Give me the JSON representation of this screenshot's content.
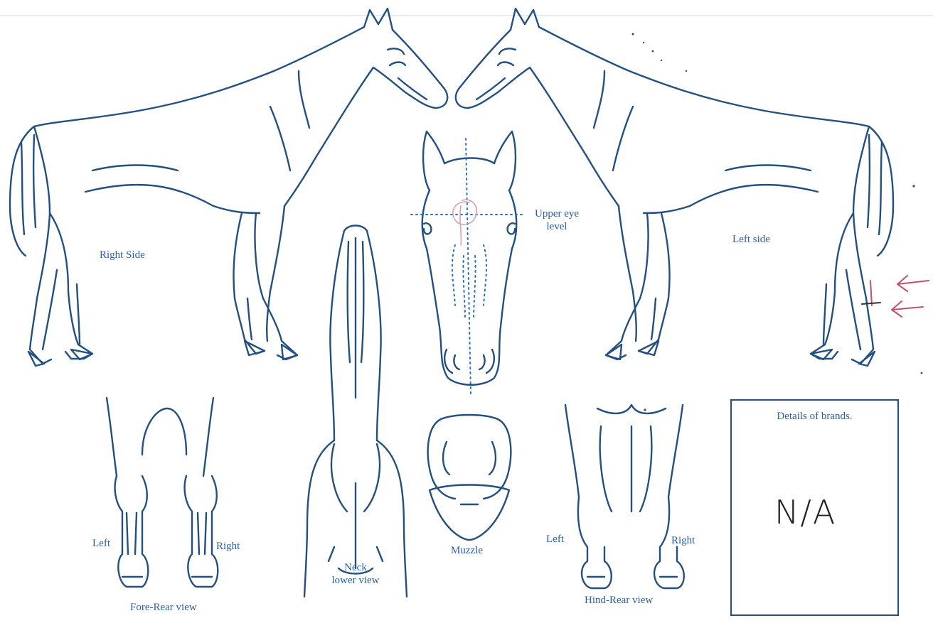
{
  "labels": {
    "right_side": "Right Side",
    "left_side": "Left side",
    "upper_eye": "Upper eye\nlevel",
    "fore_left": "Left",
    "fore_right": "Right",
    "fore_caption": "Fore-Rear view",
    "neck_caption": "Neck\nlower view",
    "muzzle_caption": "Muzzle",
    "hind_left": "Left",
    "hind_right": "Right",
    "hind_caption": "Hind-Rear view"
  },
  "brands": {
    "title": "Details of brands.",
    "value": "N/A"
  },
  "colors": {
    "outline": "#23507f",
    "label": "#2a5f9e",
    "annotation": "#c0506b",
    "guide": "#2a6fbf"
  }
}
